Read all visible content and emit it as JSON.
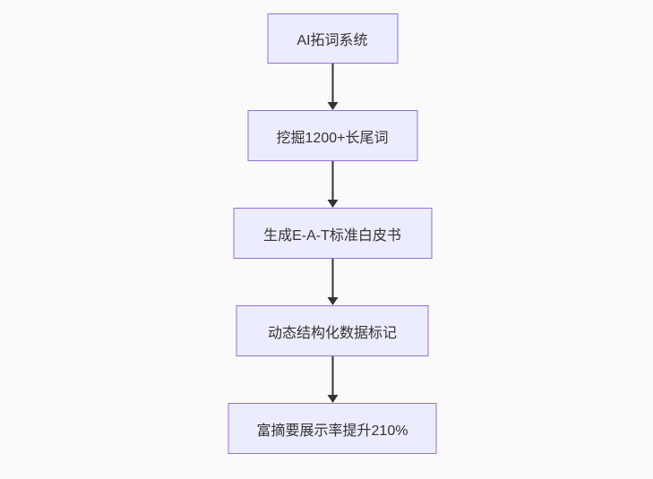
{
  "theme": {
    "canvas_bg": "#fafafa",
    "node_fill": "#ececff",
    "node_border": "#9370db",
    "edge_color": "#333333",
    "text_color": "#333333"
  },
  "flowchart": {
    "type": "flowchart",
    "direction": "top-down",
    "nodes": [
      {
        "label": "AI拓词系统"
      },
      {
        "label": "挖掘1200+长尾词"
      },
      {
        "label": "生成E-A-T标准白皮书"
      },
      {
        "label": "动态结构化数据标记"
      },
      {
        "label": "富摘要展示率提升210%"
      }
    ],
    "connections": [
      {
        "from": 0,
        "to": 1
      },
      {
        "from": 1,
        "to": 2
      },
      {
        "from": 2,
        "to": 3
      },
      {
        "from": 3,
        "to": 4
      }
    ]
  }
}
